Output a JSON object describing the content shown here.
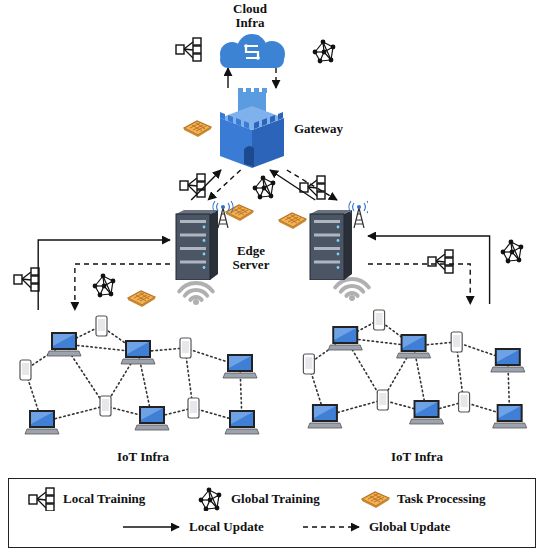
{
  "diagram": {
    "nodes": [
      {
        "text": [
          "Cloud Infra"
        ]
      },
      {
        "text": [
          "Gateway"
        ]
      },
      {
        "text": [
          "Edge Server"
        ]
      },
      {
        "text": []
      },
      {
        "text": [
          "IoT Infra"
        ]
      },
      {
        "text": [
          "IoT Infra"
        ]
      }
    ],
    "edges": [
      {
        "from": 1,
        "to": 0,
        "arrow": "to"
      },
      {
        "from": 0,
        "to": 1,
        "arrow": "to"
      },
      {
        "from": 2,
        "to": 1,
        "arrow": "to"
      },
      {
        "from": 1,
        "to": 2,
        "arrow": "to"
      },
      {
        "from": 3,
        "to": 1,
        "arrow": "to"
      },
      {
        "from": 1,
        "to": 3,
        "arrow": "to"
      },
      {
        "from": 4,
        "to": 2,
        "arrow": "to"
      },
      {
        "from": 2,
        "to": 4,
        "arrow": "to"
      },
      {
        "from": 5,
        "to": 3,
        "arrow": "to"
      },
      {
        "from": 3,
        "to": 5,
        "arrow": "to"
      }
    ],
    "legend": [
      {
        "text": "Local Training"
      },
      {
        "text": "Global Training"
      },
      {
        "text": "Task Processing"
      },
      {
        "text": "Local Update"
      },
      {
        "text": "Global Update"
      }
    ]
  }
}
